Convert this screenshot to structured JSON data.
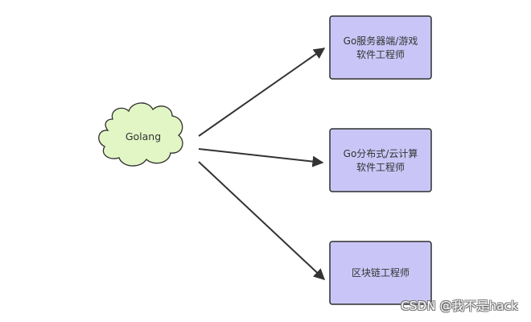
{
  "source": {
    "label": "Golang"
  },
  "targets": [
    {
      "line1": "Go服务器端/游戏",
      "line2": "软件工程师"
    },
    {
      "line1": "Go分布式/云计算",
      "line2": "软件工程师"
    },
    {
      "line1": "区块链工程师",
      "line2": ""
    }
  ],
  "watermark": "CSDN @我不是hack",
  "colors": {
    "cloud_fill": "#e1f6c4",
    "cloud_stroke": "#2f2f2f",
    "box_fill": "#c9c6f7",
    "box_stroke": "#2f2f2f",
    "arrow": "#333333"
  }
}
